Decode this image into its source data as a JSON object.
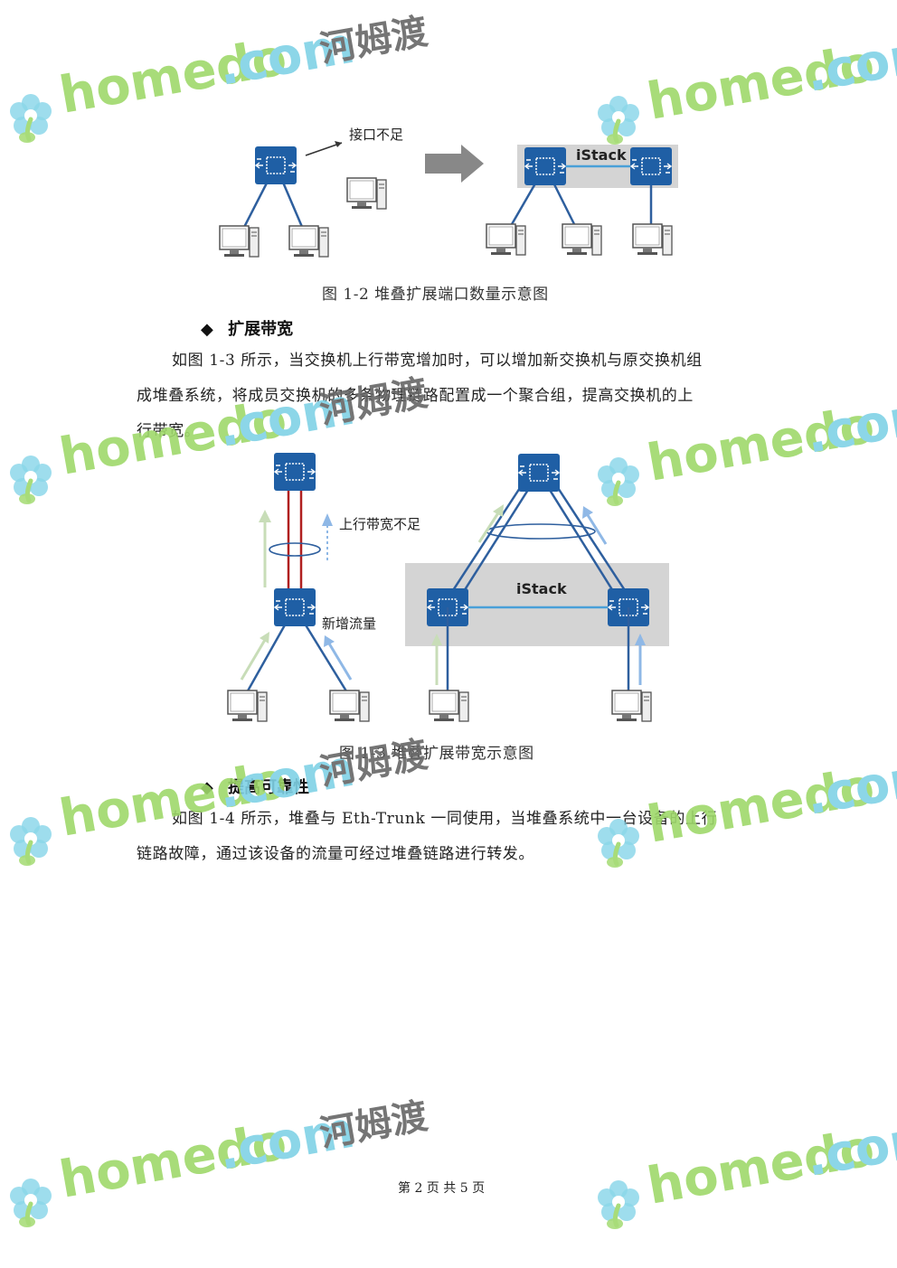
{
  "figure1": {
    "label_left": "接口不足",
    "label_istack": "iStack",
    "caption": "图 1-2 堆叠扩展端口数量示意图"
  },
  "section1": {
    "bullet": "◆",
    "title": "扩展带宽",
    "lines": [
      "如图 1-3 所示，当交换机上行带宽增加时，可以增加新交换机与原交换机组",
      "成堆叠系统，将成员交换机的多条物理链路配置成一个聚合组，提高交换机的上",
      "行带宽。"
    ]
  },
  "figure2": {
    "label_uplink": "上行带宽不足",
    "label_newtraffic": "新增流量",
    "label_istack": "iStack",
    "caption": "图 1-3 堆叠扩展带宽示意图"
  },
  "section2": {
    "bullet": "◆",
    "title": "提高可靠性",
    "lines": [
      "如图 1-4 所示，堆叠与 Eth-Trunk 一同使用，当堆叠系统中一台设备的上行",
      "链路故障，通过该设备的流量可经过堆叠链路进行转发。"
    ]
  },
  "footer": {
    "text": "第 2 页 共 5 页"
  },
  "watermark": {
    "brand": "homedo",
    "domain": ".com",
    "cn": "河姆渡"
  },
  "colors": {
    "switch": "#1f5fa5",
    "link": "#2e5f9e",
    "istack_bg": "#d4d4d4",
    "red_link": "#b02020",
    "arrow_green": "#c8ddb8",
    "arrow_blue": "#8fb8e6",
    "wm_green": "#9fd86a",
    "wm_blue": "#7fd2e6"
  }
}
